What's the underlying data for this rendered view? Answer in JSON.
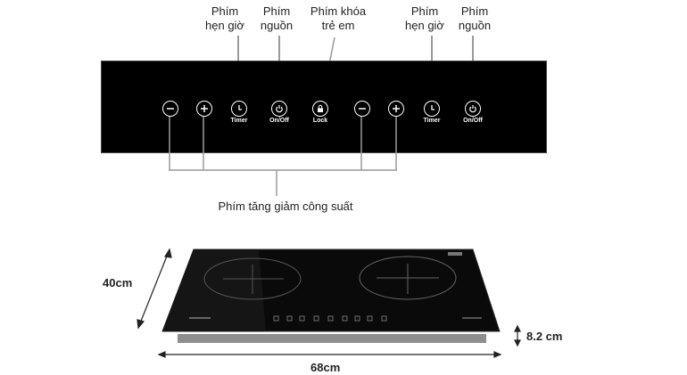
{
  "callouts": {
    "timer_left": [
      "Phím",
      "hẹn giờ"
    ],
    "power_left": [
      "Phím",
      "nguồn"
    ],
    "child_lock": [
      "Phím khóa",
      "trẻ em"
    ],
    "timer_right": [
      "Phím",
      "hẹn giờ"
    ],
    "power_right": [
      "Phím",
      "nguồn"
    ],
    "power_adjust": "Phím tăng giảm công suất"
  },
  "panel_captions": {
    "timer": "Timer",
    "onoff": "On/Off",
    "lock": "Lock"
  },
  "dimensions": {
    "depth": "40cm",
    "width": "68cm",
    "height": "8.2 cm"
  },
  "icons": [
    "minus-icon",
    "plus-icon",
    "timer-icon",
    "power-icon",
    "lock-icon"
  ],
  "colors": {
    "panel": "#000000",
    "button_outline": "#ffffff",
    "leader_line": "#9a9a9a",
    "base": "#8e8e8e"
  }
}
